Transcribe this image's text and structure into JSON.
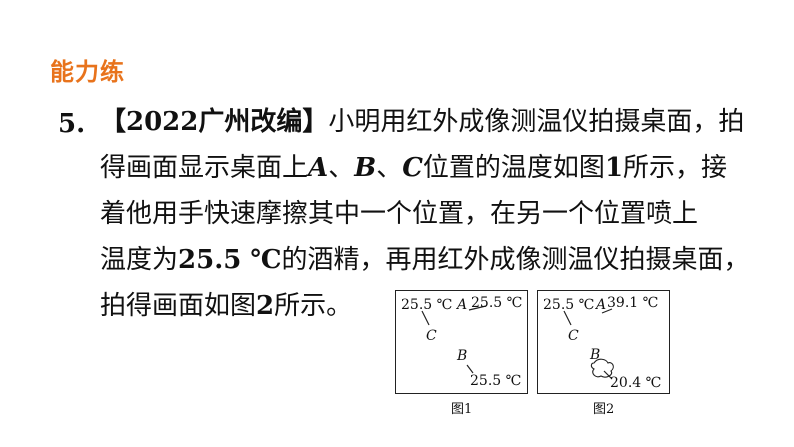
{
  "section": {
    "title": "能力练"
  },
  "question": {
    "number": "5.",
    "source": "【2022广州改编】",
    "lines": {
      "l1_rest": "小明用红外成像测温仪拍摄桌面，拍",
      "l2_a": "得画面显示桌面上",
      "l2_A": "A",
      "l2_sep1": "、",
      "l2_B": "B",
      "l2_sep2": "、",
      "l2_C": "C",
      "l2_b": "位置的温度如图",
      "l2_num": "1",
      "l2_c": "所示，接",
      "l3": "着他用手快速摩擦其中一个位置，在另一个位置喷上",
      "l4_a": "温度为",
      "l4_num": "25.5 ℃",
      "l4_b": "的酒精，再用红外成像测温仪拍摄桌面，",
      "l5_a": "拍得画面如图",
      "l5_num": "2",
      "l5_b": "所示。"
    }
  },
  "figure1": {
    "caption": "图1",
    "c_temp": "25.5 ℃",
    "c_label": "C",
    "a_label": "A",
    "a_temp": "25.5 ℃",
    "b_label": "B",
    "b_temp": "25.5 ℃"
  },
  "figure2": {
    "caption": "图2",
    "c_temp": "25.5 ℃",
    "c_label": "C",
    "a_label": "A",
    "a_temp": "39.1 ℃",
    "b_label": "B",
    "b_temp": "20.4 ℃"
  },
  "colors": {
    "title": "#e8731c",
    "text": "#111111"
  }
}
